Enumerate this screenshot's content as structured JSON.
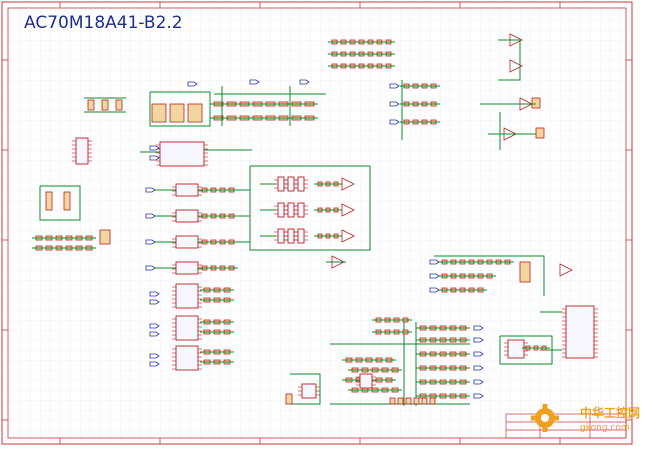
{
  "sheet": {
    "title": "AC70M18A41-B2.2",
    "background": "#ffffff",
    "grid_color": "#e3e3ef",
    "border_color": "#c43a3a",
    "wire_color": "#0d8a2a",
    "part_color": "#b82020",
    "part_fill": "#f2d6a0",
    "port_color": "#2233aa"
  },
  "watermark": {
    "text_cn": "中华工控网",
    "text_en": "gkong.com",
    "icon": "gear-icon",
    "color": "#f0a020"
  }
}
